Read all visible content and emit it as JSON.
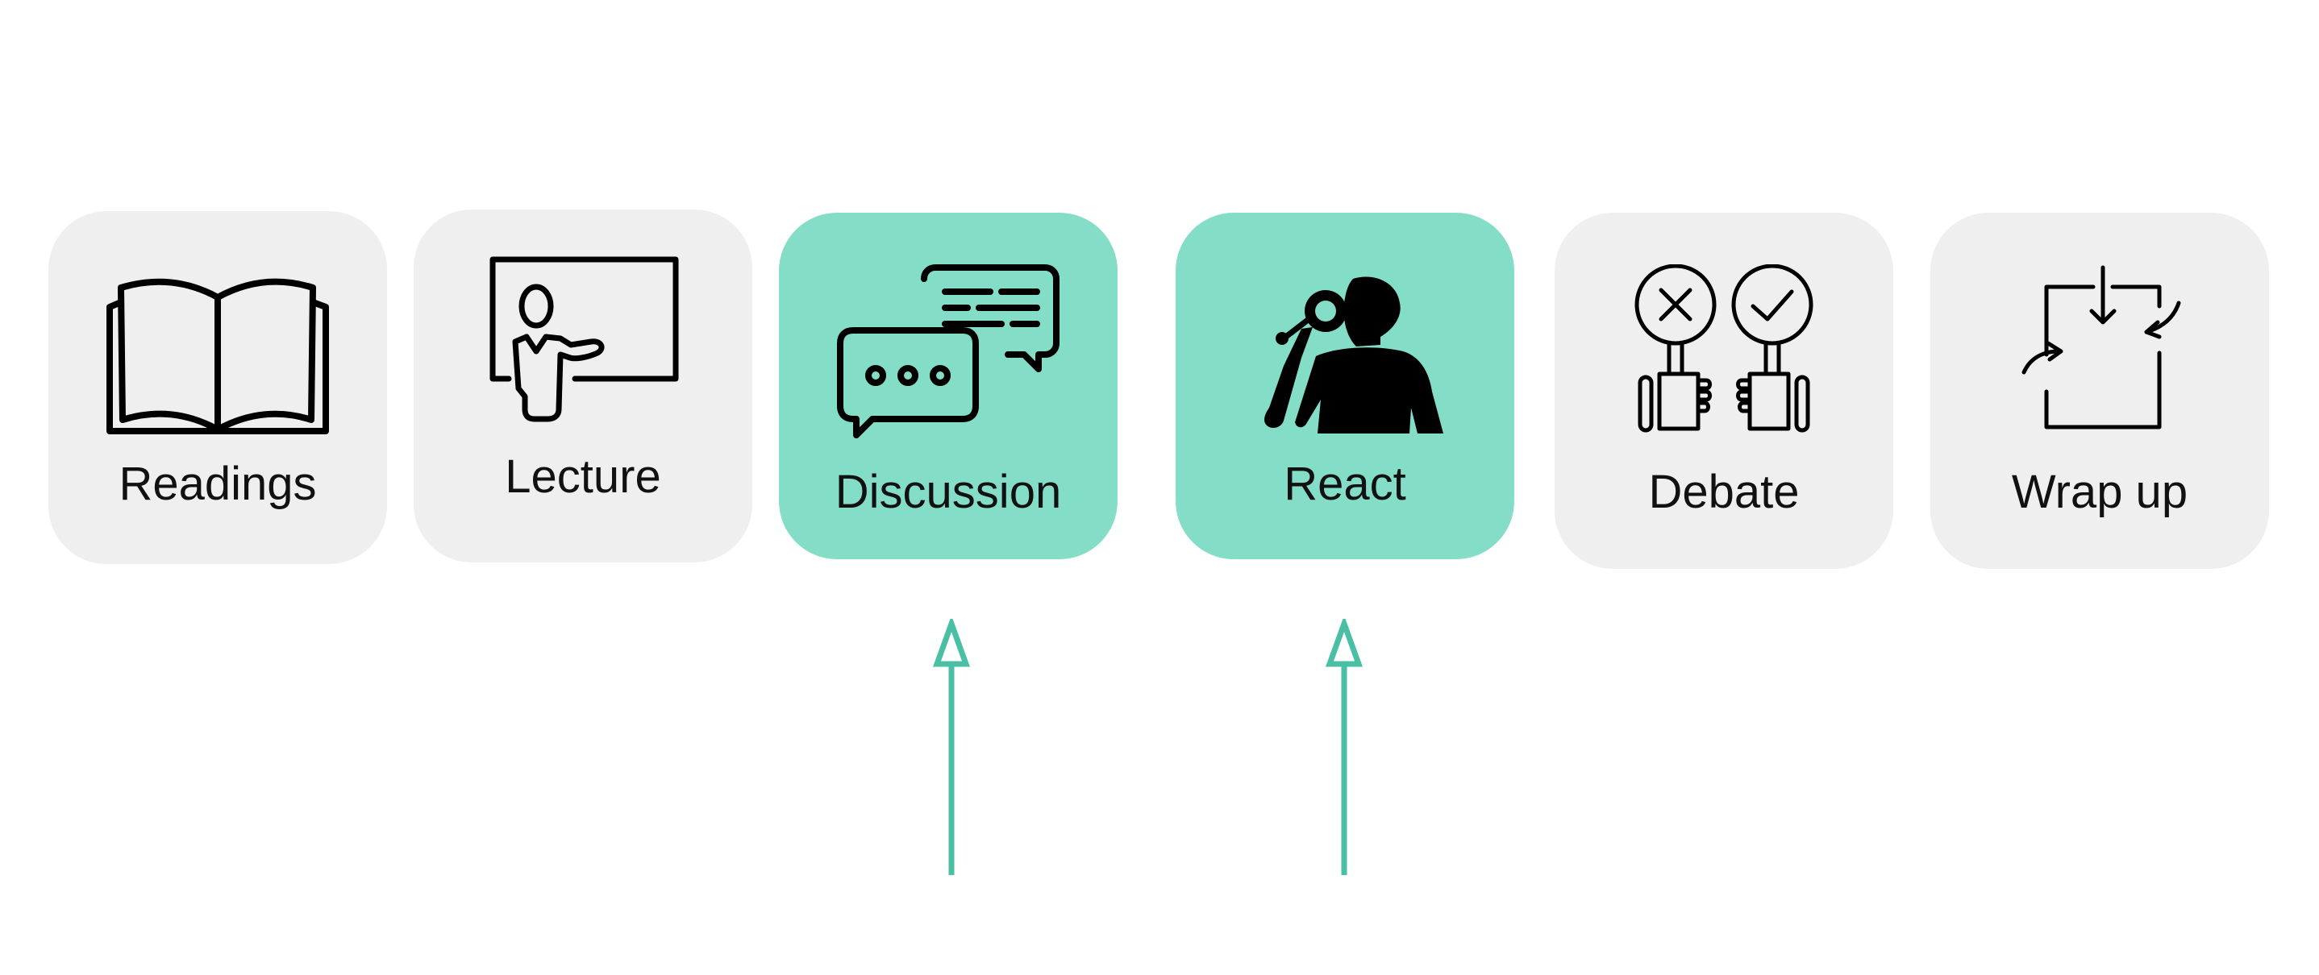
{
  "steps": [
    {
      "label": "Readings",
      "icon": "open-book-icon",
      "highlighted": false
    },
    {
      "label": "Lecture",
      "icon": "teacher-at-board-icon",
      "highlighted": false
    },
    {
      "label": "Discussion",
      "icon": "chat-bubbles-icon",
      "highlighted": true
    },
    {
      "label": "React",
      "icon": "person-with-magnifier-icon",
      "highlighted": true
    },
    {
      "label": "Debate",
      "icon": "cross-check-signs-icon",
      "highlighted": false
    },
    {
      "label": "Wrap up",
      "icon": "cycle-arrows-icon",
      "highlighted": false
    }
  ],
  "colors": {
    "card": "#efefef",
    "highlight": "#84ddc6",
    "arrow": "#4bbfa4",
    "icon": "#000000"
  },
  "arrows": {
    "icon": "up-arrow-icon",
    "targets": [
      "Discussion",
      "React"
    ]
  }
}
